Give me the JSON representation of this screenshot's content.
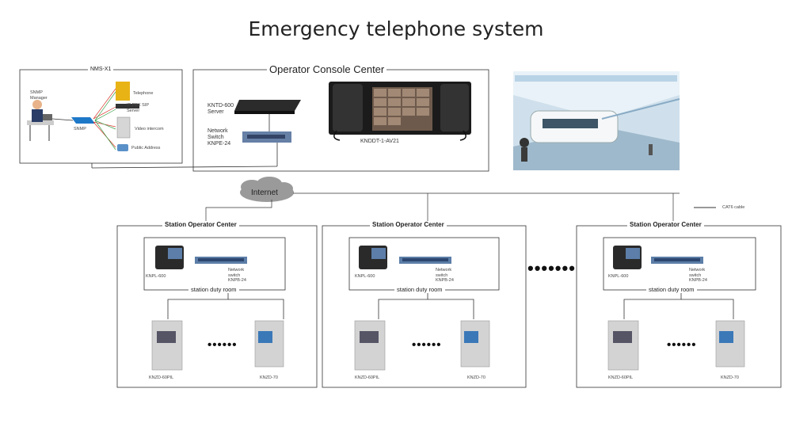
{
  "title": "Emergency telephone system",
  "nms": {
    "title": "NMS-X1",
    "manager": "SNMP Manager",
    "snmp": "SNMP",
    "items": [
      "Telephone",
      "IP PBX SIP Server",
      "Video intercom",
      "Public Address"
    ]
  },
  "console": {
    "title": "Operator Console Center",
    "server": "KNTD-600 Server",
    "switch": "Network Switch KNPE-24",
    "console_device": "KNDDT-1-AV21"
  },
  "internet": "Internet",
  "legend": "CAT6 cable",
  "stations": [
    {
      "title": "Station Operator Center",
      "phone": "KNPL-600",
      "switch": "Network switch KNPB-24",
      "room": "station duty room",
      "left_device": "KNZD-60PIL",
      "right_device": "KNZD-70"
    },
    {
      "title": "Station Operator Center",
      "phone": "KNPL-600",
      "switch": "Network switch KNPB-24",
      "room": "station duty room",
      "left_device": "KNZD-60PIL",
      "right_device": "KNZD-70"
    },
    {
      "title": "Station Operator Center",
      "phone": "KNPL-600",
      "switch": "Network switch KNPB-24",
      "room": "station duty room",
      "left_device": "KNZD-60PIL",
      "right_device": "KNZD-70"
    }
  ],
  "ellipsis_big": "•••••••",
  "ellipsis_small": "••••••"
}
